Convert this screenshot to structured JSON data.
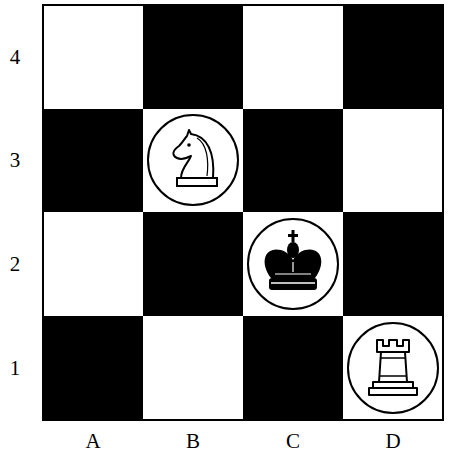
{
  "diagram": {
    "labels": [
      "4",
      "3",
      "2",
      "1",
      "A",
      "B",
      "C",
      "D"
    ]
  }
}
